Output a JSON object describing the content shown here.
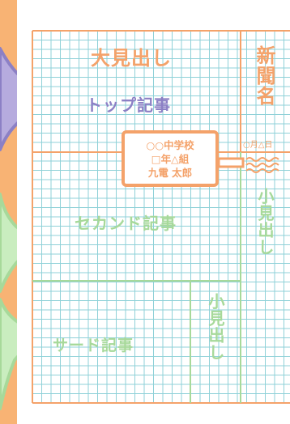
{
  "headline": "大見出し",
  "top_article": "トップ記事",
  "paper_name": "新聞名",
  "byline": {
    "school": "○○中学校",
    "class": "□年△組",
    "name": "九電 太郎"
  },
  "date": "○月△日",
  "second_article": "セカンド記事",
  "third_article": "サード記事",
  "sub_headline_right": "小見出し",
  "sub_headline_bottom": "小見出し",
  "colors": {
    "background": "#f8b374",
    "orange": "#f4a26a",
    "purple": "#8c80c5",
    "green": "#a7d99a",
    "grid": "#8fd1d8"
  }
}
